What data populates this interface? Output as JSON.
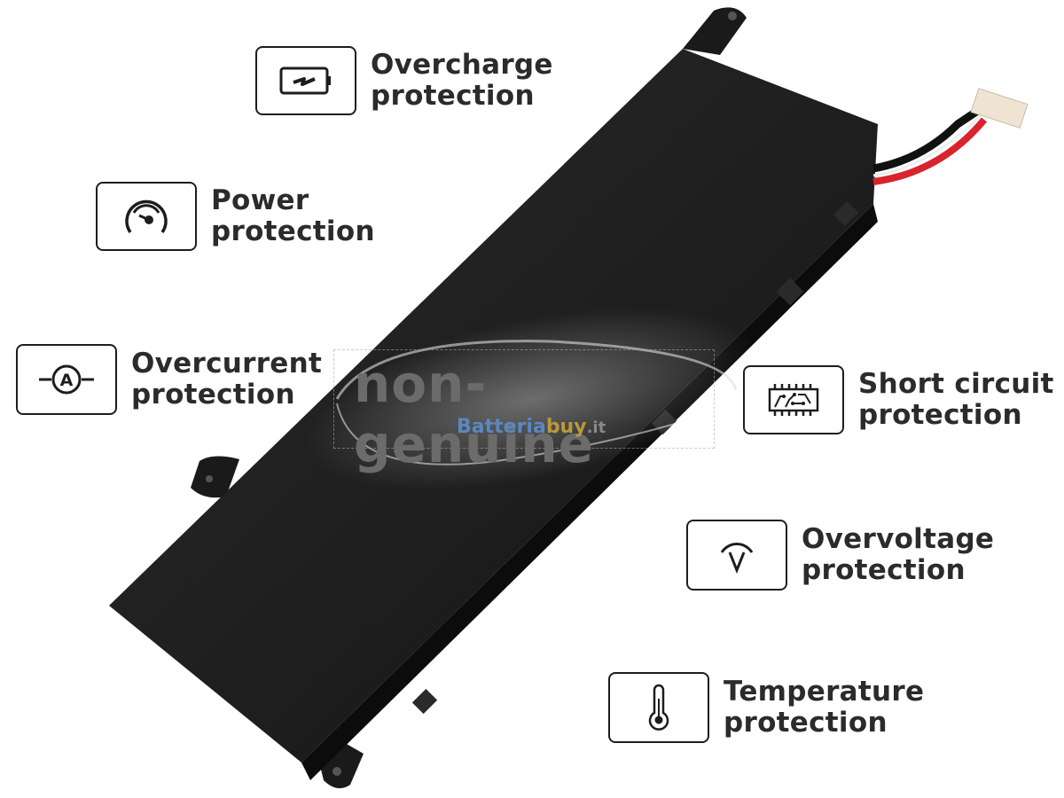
{
  "features": [
    {
      "id": "overcharge",
      "icon": "battery-charge-icon",
      "line1": "Overcharge",
      "line2": "protection"
    },
    {
      "id": "power",
      "icon": "gauge-icon",
      "line1": "Power",
      "line2": "protection"
    },
    {
      "id": "overcurrent",
      "icon": "ammeter-icon",
      "line1": "Overcurrent",
      "line2": "protection"
    },
    {
      "id": "short-circuit",
      "icon": "circuit-chip-icon",
      "line1": "Short circuit",
      "line2": "protection"
    },
    {
      "id": "overvoltage",
      "icon": "voltage-icon",
      "line1": "Overvoltage",
      "line2": "protection"
    },
    {
      "id": "temperature",
      "icon": "thermometer-icon",
      "line1": "Temperature",
      "line2": "protection"
    }
  ],
  "watermark": {
    "text": "non-genuine",
    "brand_part1": "Batteria",
    "brand_part2": "buy",
    "brand_part3": ".it"
  },
  "colors": {
    "battery_body": "#1f1f1f",
    "wire_red": "#d9232d",
    "wire_black": "#111111",
    "connector": "#efe4d2",
    "text": "#2b2b2b"
  }
}
